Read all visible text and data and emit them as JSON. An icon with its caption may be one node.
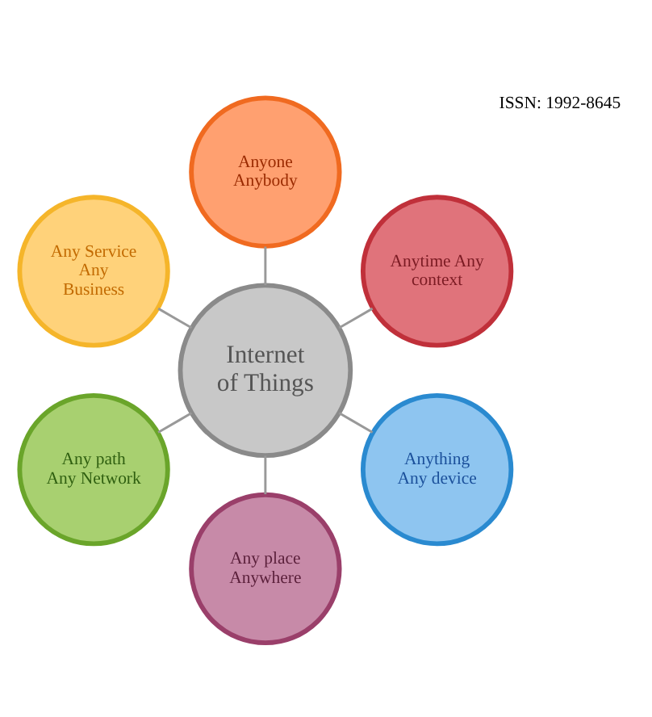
{
  "diagram": {
    "nodes": [
      {
        "text": [
          "Internet of Things"
        ]
      },
      {
        "text": [
          "Anytime Any context"
        ]
      },
      {
        "text": [
          "Anyone Anybody"
        ]
      },
      {
        "text": [
          "Any Service Any Business"
        ]
      },
      {
        "text": [
          "Any path Any Network"
        ]
      },
      {
        "text": [
          "Any place Anywhere"
        ]
      },
      {
        "text": [
          "Anything Any device"
        ]
      }
    ],
    "edges": [
      {
        "from": 0,
        "to": 1,
        "arrow": "none"
      },
      {
        "from": 0,
        "to": 2,
        "arrow": "none"
      },
      {
        "from": 0,
        "to": 3,
        "arrow": "none"
      },
      {
        "from": 0,
        "to": 4,
        "arrow": "none"
      },
      {
        "from": 0,
        "to": 5,
        "arrow": "none"
      },
      {
        "from": 0,
        "to": 6,
        "arrow": "none"
      }
    ],
    "labels": [
      "ISSN: 1992-8645"
    ]
  }
}
